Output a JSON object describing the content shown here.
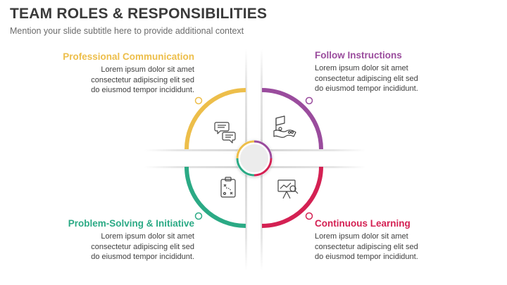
{
  "header": {
    "title": "TEAM ROLES & RESPONSIBILITIES",
    "subtitle": "Mention your slide subtitle here to provide additional context"
  },
  "roles": [
    {
      "name": "Professional Communication",
      "color": "#EDBE4A",
      "icon": "chat-bubbles-icon",
      "body": [
        "Lorem ipsum dolor sit amet",
        "consectetur adipiscing elit sed",
        "do eiusmod tempor incididunt."
      ]
    },
    {
      "name": "Follow Instructions",
      "color": "#9A4C9D",
      "icon": "flag-map-icon",
      "body": [
        "Lorem ipsum dolor sit amet",
        "consectetur adipiscing elit sed",
        "do eiusmod tempor incididunt."
      ]
    },
    {
      "name": "Problem-Solving & Initiative",
      "color": "#2BAA85",
      "icon": "strategy-clipboard-icon",
      "body": [
        "Lorem ipsum dolor sit amet",
        "consectetur adipiscing elit sed",
        "do eiusmod tempor incididunt."
      ]
    },
    {
      "name": "Continuous Learning",
      "color": "#D42153",
      "icon": "presentation-board-icon",
      "body": [
        "Lorem ipsum dolor sit amet",
        "consectetur adipiscing elit sed",
        "do eiusmod tempor incididunt."
      ]
    }
  ]
}
